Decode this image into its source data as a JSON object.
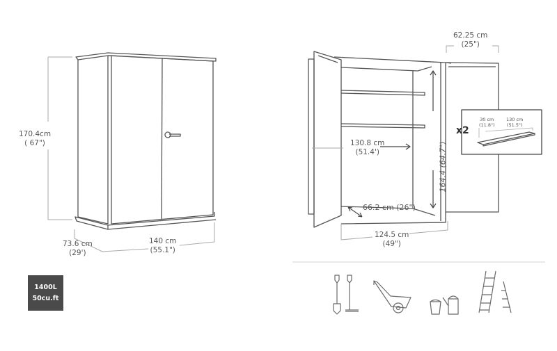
{
  "closed_shed": {
    "height": {
      "cm": "170.4cm",
      "in": "( 67\")"
    },
    "depth": {
      "cm": "73.6 cm",
      "in": "(29')"
    },
    "width": {
      "cm": "140 cm",
      "in": "(55.1\")"
    }
  },
  "open_shed": {
    "door_width": {
      "cm": "62.25 cm",
      "in": "(25\")"
    },
    "inner_width_diag": {
      "cm": "130.8 cm",
      "in": "(51.4')"
    },
    "inner_height": {
      "text": "164.4 (64.7\")"
    },
    "inner_depth": {
      "text": "66.2 cm (26\")"
    },
    "floor_width": {
      "cm": "124.5 cm",
      "in": "(49\")"
    }
  },
  "shelf_inset": {
    "multiplier": "x2",
    "depth": {
      "cm": "30 cm",
      "in": "(11.8\")"
    },
    "length": {
      "cm": "130 cm",
      "in": "(51.5\")"
    }
  },
  "capacity_badge": {
    "liters": "1400L",
    "cubic_feet": "50cu.ft",
    "color": "#4a4a4a"
  },
  "usage_icons": [
    "shovel-and-rake-icon",
    "wheelbarrow-icon",
    "bucket-and-watering-can-icon",
    "ladder-icon"
  ]
}
